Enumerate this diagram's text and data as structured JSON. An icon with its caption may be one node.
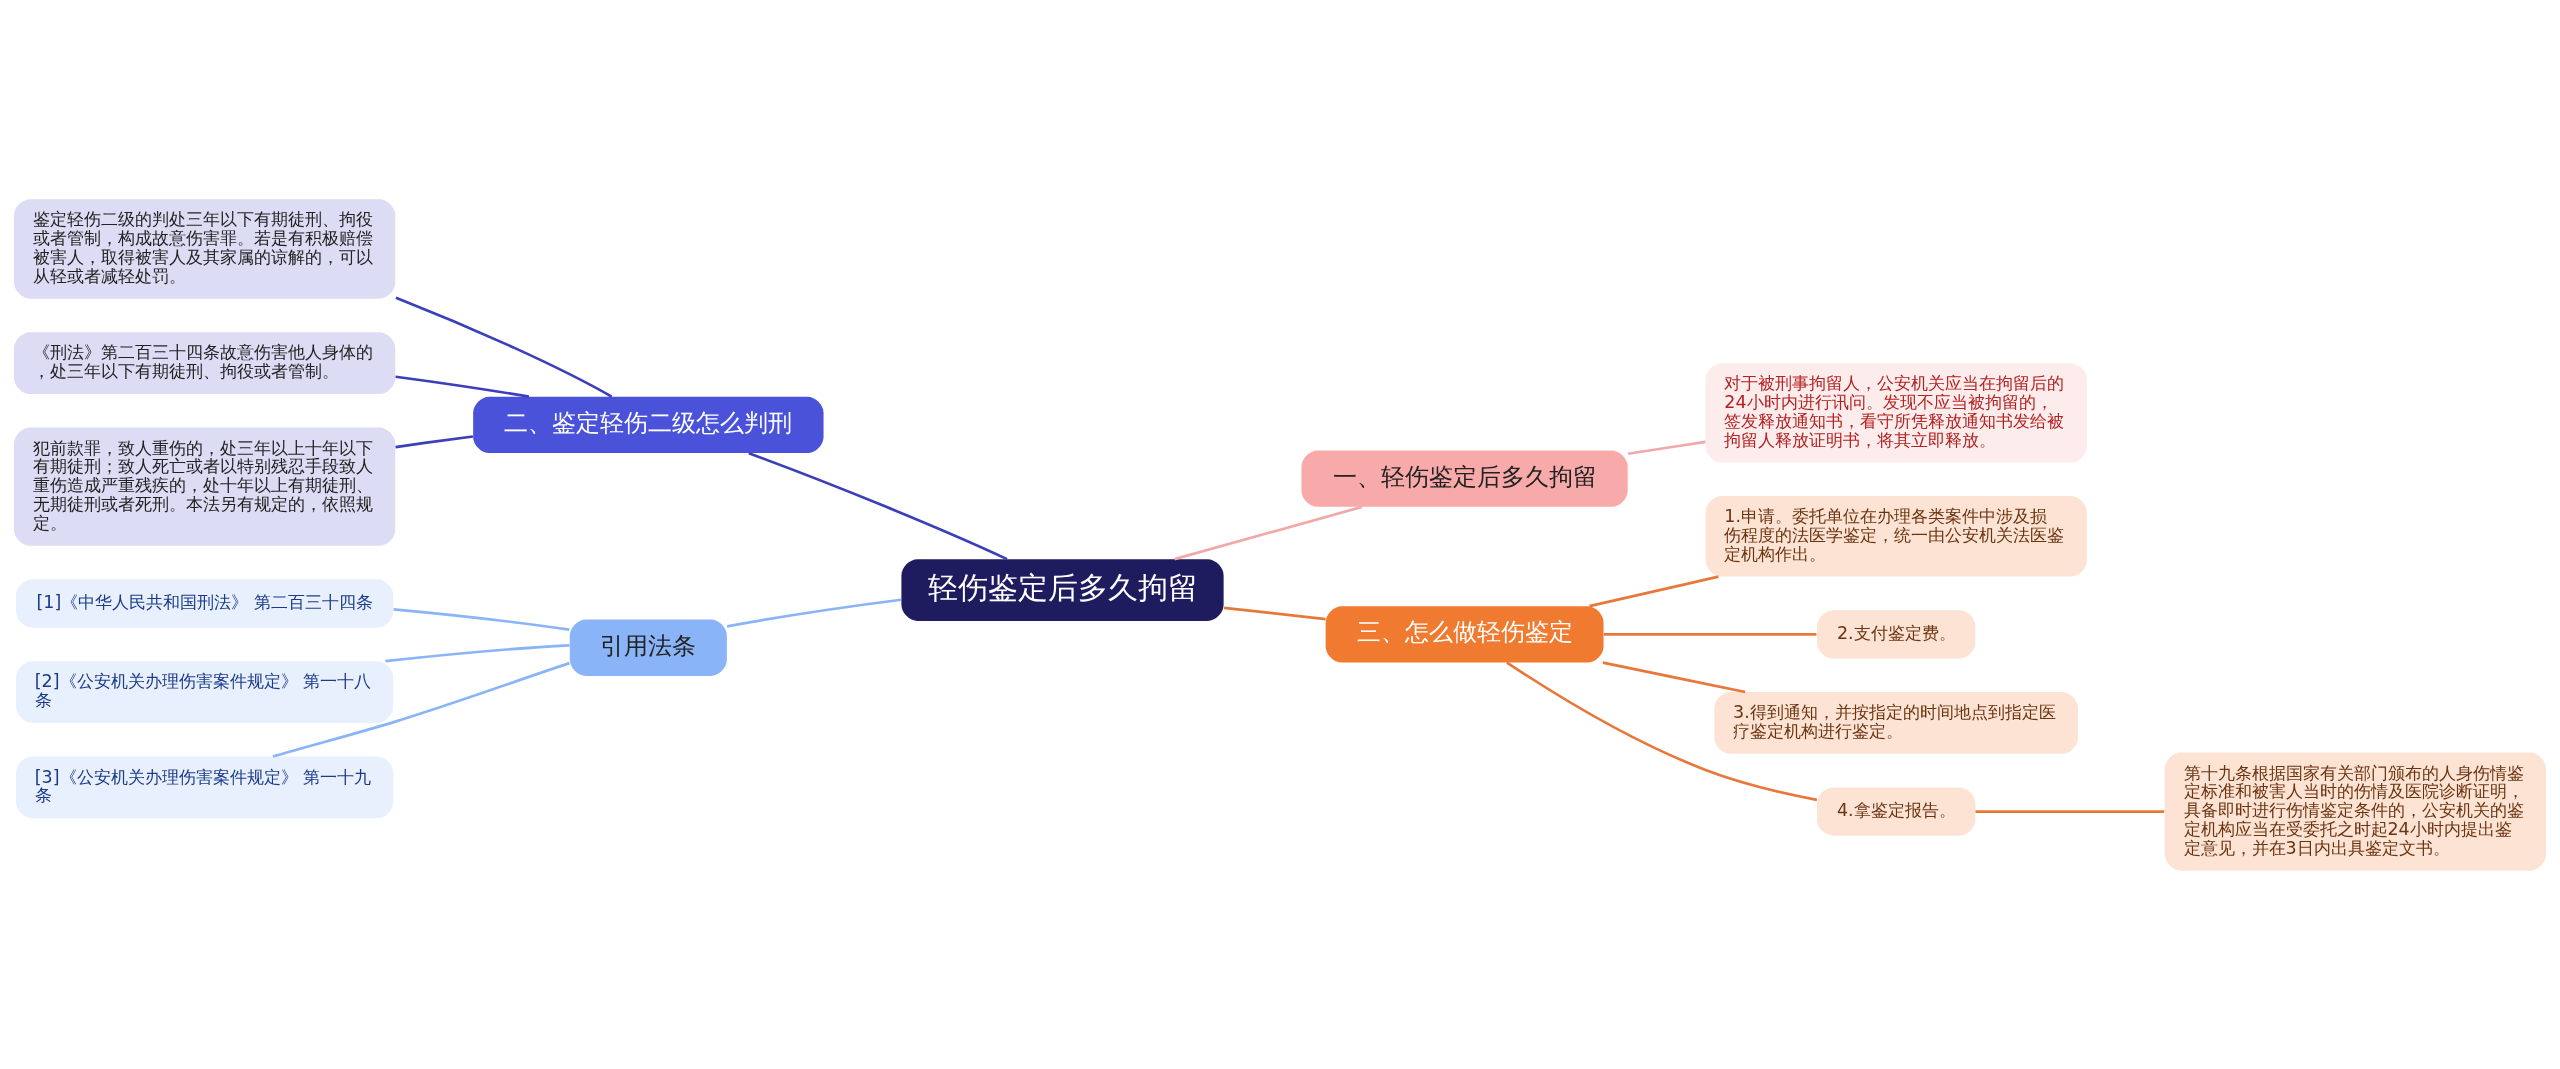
{
  "diagram": {
    "nodes": [
      {
        "text": [
          "轻伤鉴定后多久拘留"
        ]
      },
      {
        "text": [
          "二、鉴定轻伤二级怎么判刑"
        ]
      },
      {
        "text": [
          "鉴定轻伤二级的判处三年以下有期徒刑、拘役或者管制，构成故意伤害罪。若是有积极赔偿被害人，取得被害人及其家属的谅解的，可以从轻或者减轻处罚。"
        ]
      },
      {
        "text": [
          "《刑法》第二百三十四条故意伤害他人身体的，处三年以下有期徒刑、拘役或者管制。"
        ]
      },
      {
        "text": [
          "犯前款罪，致人重伤的，处三年以上十年以下有期徒刑；致人死亡或者以特别残忍手段致人重伤造成严重残疾的，处十年以上有期徒刑、无期徒刑或者死刑。本法另有规定的，依照规定。"
        ]
      },
      {
        "text": [
          "引用法条"
        ]
      },
      {
        "text": [
          "[1]《中华人民共和国刑法》 第二百三十四条"
        ]
      },
      {
        "text": [
          "[2]《公安机关办理伤害案件规定》 第一十八条"
        ]
      },
      {
        "text": [
          "[3]《公安机关办理伤害案件规定》 第一十九条"
        ]
      },
      {
        "text": [
          "一、轻伤鉴定后多久拘留"
        ]
      },
      {
        "text": [
          "对于被刑事拘留人，公安机关应当在拘留后的24小时内进行讯问。发现不应当被拘留的，签发释放通知书，看守所凭释放通知书发给被拘留人释放证明书，将其立即释放。"
        ]
      },
      {
        "text": [
          "三、怎么做轻伤鉴定"
        ]
      },
      {
        "text": [
          "1.申请。委托单位在办理各类案件中涉及损伤程度的法医学鉴定，统一由公安机关法医鉴定机构作出。"
        ]
      },
      {
        "text": [
          "2.支付鉴定费。"
        ]
      },
      {
        "text": [
          "3.得到通知，并按指定的时间地点到指定医疗鉴定机构进行鉴定。"
        ]
      },
      {
        "text": [
          "4.拿鉴定报告。"
        ]
      },
      {
        "text": [
          "第十九条根据国家有关部门颁布的人身伤情鉴定标准和被害人当时的伤情及医院诊断证明，具备即时进行伤情鉴定条件的，公安机关的鉴定机构应当在受委托之时起24小时内提出鉴定意见，并在3日内出具鉴定文书。"
        ]
      }
    ],
    "edges": [
      {
        "from": 0,
        "to": 1,
        "arrow": "none",
        "color": "#3b3fb8"
      },
      {
        "from": 1,
        "to": 2,
        "arrow": "none",
        "color": "#3b3fb8"
      },
      {
        "from": 1,
        "to": 3,
        "arrow": "none",
        "color": "#3b3fb8"
      },
      {
        "from": 1,
        "to": 4,
        "arrow": "none",
        "color": "#3b3fb8"
      },
      {
        "from": 0,
        "to": 5,
        "arrow": "none",
        "color": "#8ab4f8"
      },
      {
        "from": 5,
        "to": 6,
        "arrow": "none",
        "color": "#8ab4f8"
      },
      {
        "from": 5,
        "to": 7,
        "arrow": "none",
        "color": "#8ab4f8"
      },
      {
        "from": 5,
        "to": 8,
        "arrow": "none",
        "color": "#8ab4f8"
      },
      {
        "from": 0,
        "to": 9,
        "arrow": "none",
        "color": "#f0a8a8"
      },
      {
        "from": 9,
        "to": 10,
        "arrow": "none",
        "color": "#f0a8a8"
      },
      {
        "from": 0,
        "to": 11,
        "arrow": "none"
      },
      {
        "from": 11,
        "to": 12,
        "arrow": "none"
      },
      {
        "from": 11,
        "to": 13,
        "arrow": "none"
      },
      {
        "from": 11,
        "to": 14,
        "arrow": "none"
      },
      {
        "from": 11,
        "to": 15,
        "arrow": "none"
      },
      {
        "from": 15,
        "to": 16,
        "arrow": "none"
      }
    ]
  }
}
